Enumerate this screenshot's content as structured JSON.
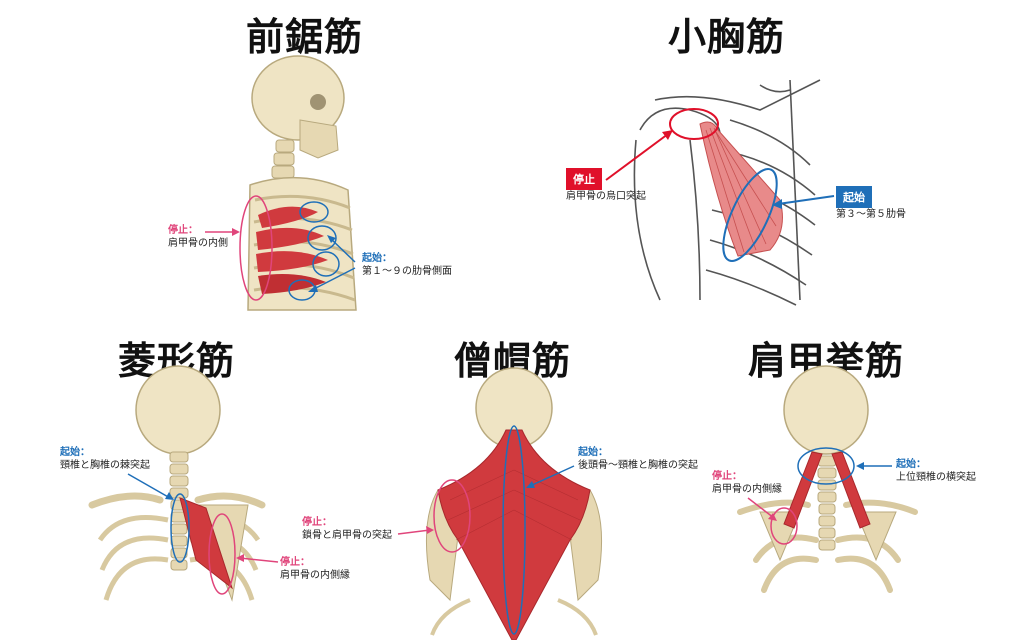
{
  "colors": {
    "insertion": "#e0457b",
    "origin": "#1f6fb8",
    "muscle": "#d03a3e",
    "bone": "#efe4c4",
    "bone_shade": "#c9b98e",
    "tag_red": "#e0102a",
    "tag_blue": "#1f6fb8"
  },
  "panels": {
    "serratus": {
      "title": "前鋸筋",
      "insertion_title": "停止：",
      "insertion_text": "肩甲骨の内側",
      "origin_title": "起始：",
      "origin_text": "第１〜９の肋骨側面"
    },
    "pec_minor": {
      "title": "小胸筋",
      "insertion_tag": "停止",
      "insertion_text": "肩甲骨の烏口突起",
      "origin_tag": "起始",
      "origin_text": "第３〜第５肋骨"
    },
    "rhomboid": {
      "title": "菱形筋",
      "origin_title": "起始：",
      "origin_text": "頸椎と胸椎の棘突起",
      "insertion_title": "停止：",
      "insertion_text": "肩甲骨の内側縁"
    },
    "trapezius": {
      "title": "僧帽筋",
      "origin_title": "起始：",
      "origin_text": "後頭骨〜頸椎と胸椎の突起",
      "insertion_title": "停止：",
      "insertion_text": "鎖骨と肩甲骨の突起"
    },
    "levator": {
      "title": "肩甲挙筋",
      "origin_title": "起始：",
      "origin_text": "上位頸椎の横突起",
      "insertion_title": "停止：",
      "insertion_text": "肩甲骨の内側縁"
    }
  }
}
